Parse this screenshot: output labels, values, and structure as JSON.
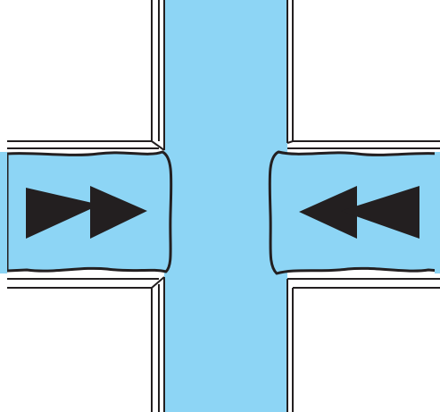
{
  "colors": {
    "background": "#ffffff",
    "channel_fill": "#8dd5f5",
    "outline": "#231f20",
    "arrow": "#231f20"
  },
  "elements": {
    "vertical_channel": "vertical-flow-channel",
    "left_channel": "left-inflow-channel",
    "right_channel": "right-inflow-channel",
    "left_arrow_icon": "double-arrow-right-icon",
    "right_arrow_icon": "double-arrow-left-icon"
  }
}
